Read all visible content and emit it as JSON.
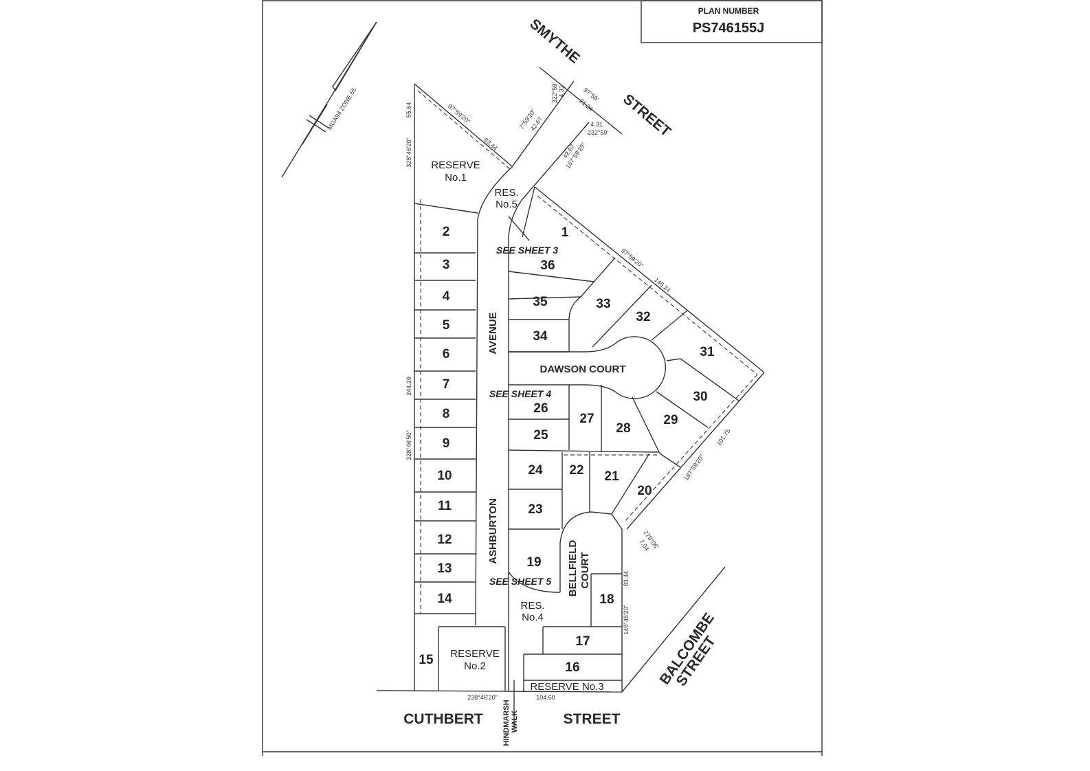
{
  "plan": {
    "number_label": "PLAN NUMBER",
    "number": "PS746155J"
  },
  "north_arrow": {
    "label": "MGA94 ZONE 55"
  },
  "streets": {
    "smythe": "SMYTHE",
    "smythe_street": "STREET",
    "ashburton": "ASHBURTON",
    "avenue": "AVENUE",
    "dawson": "DAWSON COURT",
    "bellfield": "BELLFIELD",
    "bellfield_court": "COURT",
    "balcombe": "BALCOMBE",
    "balcombe_street": "STREET",
    "cuthbert": "CUTHBERT",
    "cuthbert_street": "STREET",
    "hindmarsh": "HINDMARSH",
    "walk": "WALK"
  },
  "reserves": {
    "r1a": "RESERVE",
    "r1b": "No.1",
    "r2a": "RESERVE",
    "r2b": "No.2",
    "r3": "RESERVE  No.3",
    "r4a": "RES.",
    "r4b": "No.4",
    "r5a": "RES.",
    "r5b": "No.5"
  },
  "notes": {
    "sheet3": "SEE SHEET 3",
    "sheet4": "SEE SHEET 4",
    "sheet5": "SEE SHEET 5"
  },
  "lots": [
    "1",
    "2",
    "3",
    "4",
    "5",
    "6",
    "7",
    "8",
    "9",
    "10",
    "11",
    "12",
    "13",
    "14",
    "15",
    "16",
    "17",
    "18",
    "19",
    "20",
    "21",
    "22",
    "23",
    "24",
    "25",
    "26",
    "27",
    "28",
    "29",
    "30",
    "31",
    "32",
    "33",
    "34",
    "35",
    "36"
  ],
  "dimensions": {
    "d1": "97°59'20\"",
    "d2": "63.44",
    "d3": "55.64",
    "d4": "328°46'20\"",
    "d5": "7°59'20\"",
    "d6": "42.67",
    "d7": "4.31",
    "d8": "322°59'",
    "d9": "97°59'",
    "d10": "21.34",
    "d11": "4.31",
    "d12": "232°59'",
    "d13": "42.67",
    "d14": "187°59'20\"",
    "d15": "97°59'20\"",
    "d16": "146.24",
    "d17": "101.75",
    "d18": "187°59'20\"",
    "d19": "279°06'",
    "d20": "7.04",
    "d21": "244.29",
    "d22": "328°46'50\"",
    "d23": "83.44",
    "d24": "148°46'20\"",
    "d25": "238°46'20\"",
    "d26": "104.60"
  }
}
